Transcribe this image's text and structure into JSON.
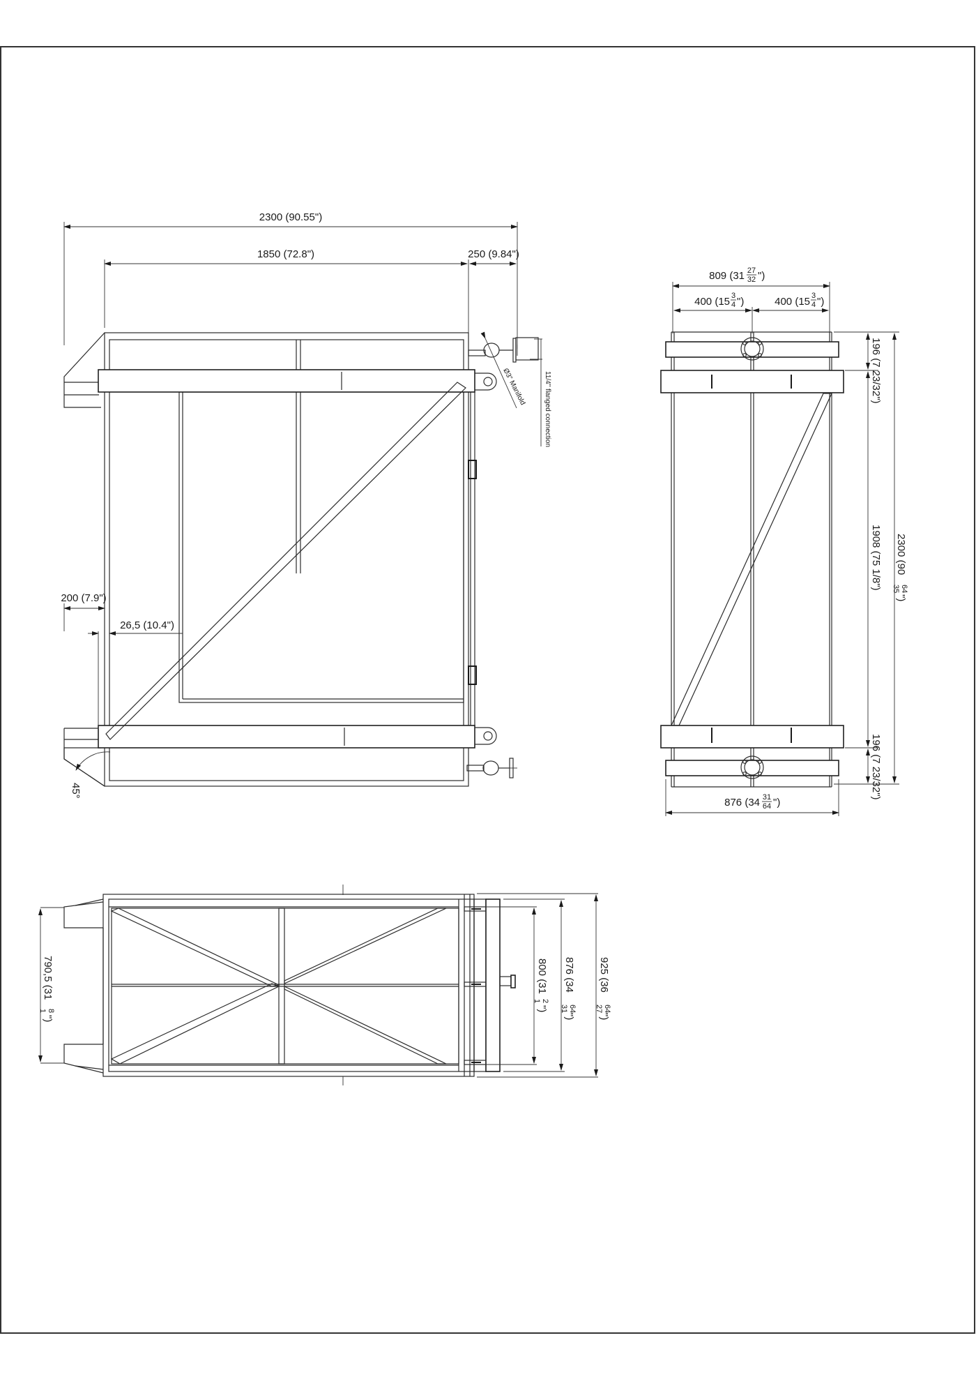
{
  "sheet": {
    "border_color": "#333333",
    "line_color": "#1a1a1a",
    "background": "#ffffff"
  },
  "side_view": {
    "dim_overall": "2300 (90.55\")",
    "dim_body": "1850 (72.8\")",
    "dim_manifold_ext": "250 (9.84\")",
    "dim_left_ext": "200 (7.9\")",
    "dim_inner_offset": "26,5 (10.4\")",
    "angle": "45°",
    "note_manifold": "Ø3\" Manifold",
    "note_flange": "11/4\" flanged connection"
  },
  "end_view": {
    "dim_overall_width": "809 (31",
    "dim_overall_width_frac_num": "27",
    "dim_overall_width_frac_den": "32",
    "dim_half_left": "400 (15",
    "dim_half_right": "400 (15",
    "dim_half_frac_num": "3",
    "dim_half_frac_den": "4",
    "dim_top_band": "196 (7 23/32\")",
    "dim_middle": "1908 (75 1/8\")",
    "dim_height": "2300 (90",
    "dim_height_frac_num": "35",
    "dim_height_frac_den": "64",
    "dim_bottom_band": "196 (7 23/32\")",
    "dim_base_width": "876 (34",
    "dim_base_width_frac_num": "31",
    "dim_base_width_frac_den": "64"
  },
  "top_view": {
    "dim_fork_span": "790,5 (31",
    "dim_fork_span_frac_num": "1",
    "dim_fork_span_frac_den": "8",
    "dim_inner": "800 (31",
    "dim_inner_frac_num": "1",
    "dim_inner_frac_den": "2",
    "dim_mid": "876 (34",
    "dim_mid_frac_num": "31",
    "dim_mid_frac_den": "64",
    "dim_outer": "925 (36",
    "dim_outer_frac_num": "27",
    "dim_outer_frac_den": "64"
  }
}
